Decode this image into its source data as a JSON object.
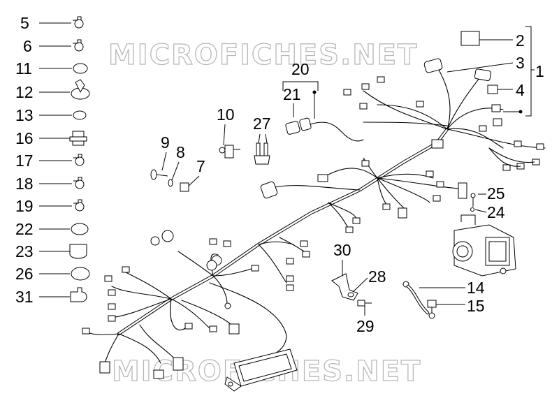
{
  "watermarks": [
    "MICROFICHES.NET",
    "MICROFICHES.NET"
  ],
  "parts_list": [
    {
      "num": "5"
    },
    {
      "num": "6"
    },
    {
      "num": "11"
    },
    {
      "num": "12"
    },
    {
      "num": "13"
    },
    {
      "num": "16"
    },
    {
      "num": "17"
    },
    {
      "num": "18"
    },
    {
      "num": "19"
    },
    {
      "num": "22"
    },
    {
      "num": "23"
    },
    {
      "num": "26"
    },
    {
      "num": "31"
    }
  ],
  "callouts": {
    "c1": "1",
    "c2": "2",
    "c3": "3",
    "c4": "4",
    "c7": "7",
    "c8": "8",
    "c9": "9",
    "c10": "10",
    "c14": "14",
    "c15": "15",
    "c20": "20",
    "c21": "21",
    "c24": "24",
    "c25": "25",
    "c27": "27",
    "c28": "28",
    "c29": "29",
    "c30": "30"
  }
}
